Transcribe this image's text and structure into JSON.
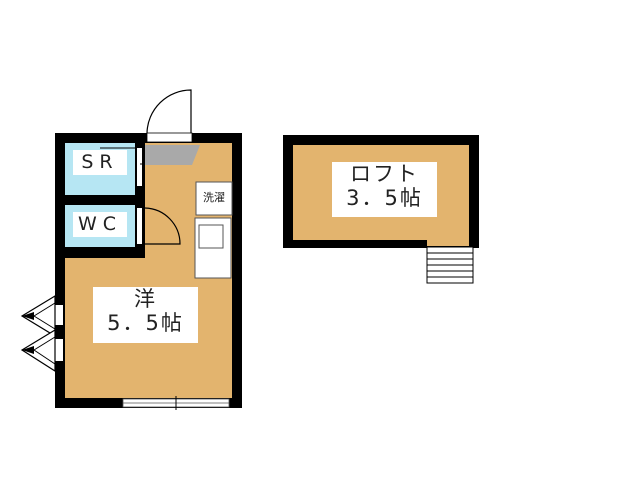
{
  "colors": {
    "floor": "#e3b46e",
    "wet": "#b6e6f3",
    "wall": "#000000",
    "entry": "#a9a9a9"
  },
  "rooms": {
    "sr": {
      "label": "SR"
    },
    "wc": {
      "label": "WC"
    },
    "laundry": {
      "label": "洗濯"
    },
    "western": {
      "name": "洋",
      "size": "5．5帖"
    },
    "loft": {
      "name": "ロフト",
      "size": "3．5帖"
    }
  }
}
